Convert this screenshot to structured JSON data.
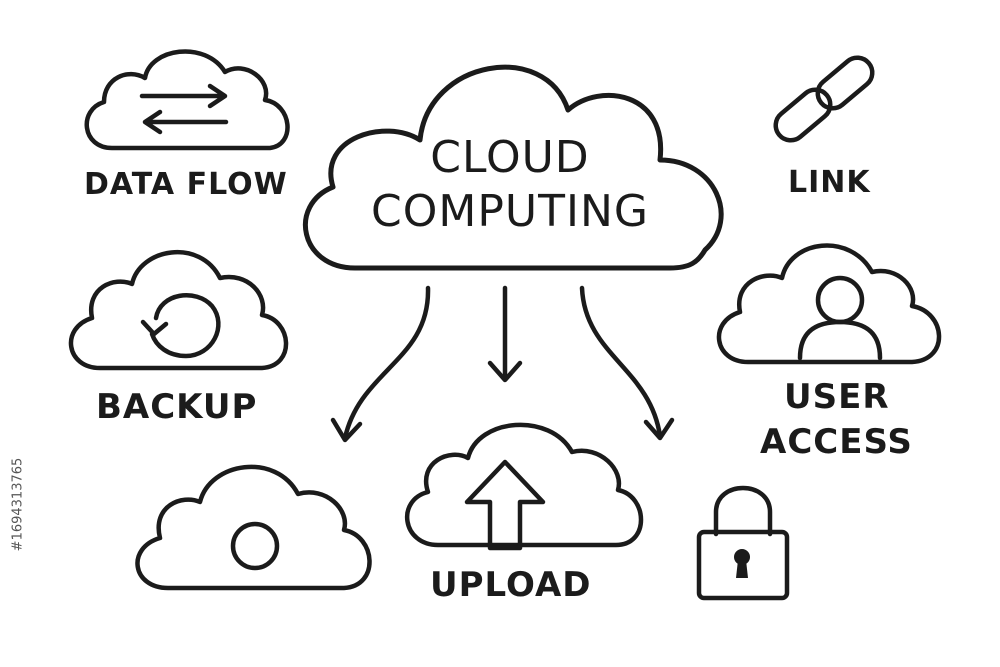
{
  "diagram": {
    "title_line1": "CLOUD",
    "title_line2": "COMPUTING",
    "labels": {
      "data_flow": "DATA FLOW",
      "backup": "BACKUP",
      "upload": "UPLOAD",
      "link": "LINK",
      "user_access_line1": "USER",
      "user_access_line2": "ACCESS"
    },
    "icons": [
      "data-flow-cloud-icon",
      "backup-cloud-icon",
      "storage-cloud-icon",
      "upload-cloud-icon",
      "link-icon",
      "user-cloud-icon",
      "lock-icon"
    ],
    "ink_color": "#1b1b1b",
    "background_color": "#ffffff"
  },
  "watermark": {
    "stock_id": "#1694313765"
  }
}
